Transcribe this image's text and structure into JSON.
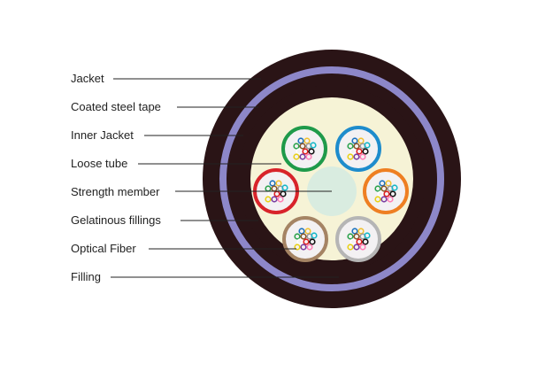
{
  "labels": {
    "jacket": "Jacket",
    "coated_steel_tape": "Coated steel tape",
    "inner_jacket": "Inner Jacket",
    "loose_tube": "Loose tube",
    "strength_member": "Strength member",
    "gelatinous_fillings": "Gelatinous fillings",
    "optical_fiber": "Optical Fiber",
    "filling": "Filling"
  },
  "colors": {
    "jacket": "#2a1416",
    "steel_tape": "#8d87c9",
    "filling": "#f6f3d6",
    "strength_member": "#d9ece0",
    "tube_gel": "#f3f1f3",
    "tubes": [
      "#1f9a4a",
      "#1e8ccc",
      "#d8232a",
      "#ee7f22",
      "#a58464",
      "#b5b5b5"
    ],
    "fibers": [
      "#1e73be",
      "#f1c232",
      "#2ca24d",
      "#8c5a2b",
      "#9c9c9c",
      "#ffffff",
      "#e02020",
      "#111111",
      "#e8d018",
      "#7b3fa0",
      "#ff7fb5",
      "#17b8c8"
    ]
  }
}
